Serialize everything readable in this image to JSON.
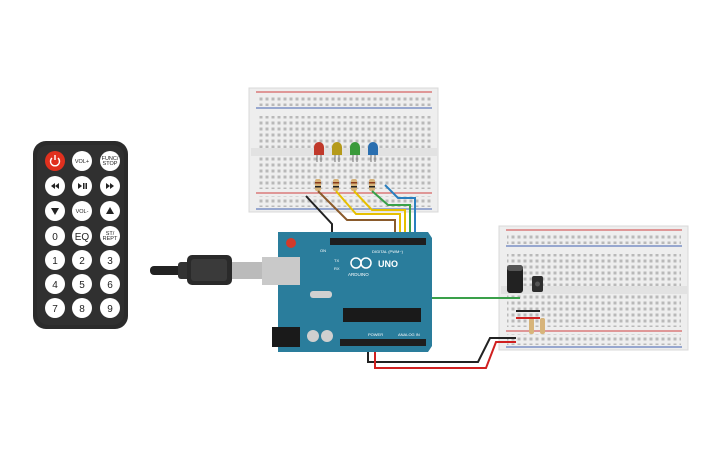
{
  "remote": {
    "buttons": [
      {
        "label": "",
        "kind": "power"
      },
      {
        "label": "VOL+",
        "kind": "text"
      },
      {
        "label": "FUNC/STOP",
        "kind": "text"
      },
      {
        "label": "",
        "kind": "prev"
      },
      {
        "label": "",
        "kind": "playpause"
      },
      {
        "label": "",
        "kind": "next"
      },
      {
        "label": "",
        "kind": "down"
      },
      {
        "label": "VOL-",
        "kind": "text"
      },
      {
        "label": "",
        "kind": "up"
      },
      {
        "label": "0",
        "kind": "text"
      },
      {
        "label": "EQ",
        "kind": "text"
      },
      {
        "label": "ST/REPT",
        "kind": "text"
      },
      {
        "label": "1",
        "kind": "text"
      },
      {
        "label": "2",
        "kind": "text"
      },
      {
        "label": "3",
        "kind": "text"
      },
      {
        "label": "4",
        "kind": "text"
      },
      {
        "label": "5",
        "kind": "text"
      },
      {
        "label": "6",
        "kind": "text"
      },
      {
        "label": "7",
        "kind": "text"
      },
      {
        "label": "8",
        "kind": "text"
      },
      {
        "label": "9",
        "kind": "text"
      }
    ]
  },
  "arduino": {
    "model": "UNO",
    "digital_label": "DIGITAL (PWM~)",
    "power_label": "POWER",
    "analog_label": "ANALOG IN",
    "brand": "ARDUINO",
    "on_label": "ON",
    "tx_label": "TX",
    "rx_label": "RX"
  },
  "leds": [
    {
      "color": "#c0392b"
    },
    {
      "color": "#b59a1a"
    },
    {
      "color": "#3a9a3a"
    },
    {
      "color": "#2a6fb0"
    }
  ],
  "colors": {
    "remote_body": "#2b2b2b",
    "power_button": "#e0301e",
    "board_teal": "#2a7d9c",
    "breadboard": "#eeeeee",
    "rail_red": "#d04040",
    "rail_blue": "#4060b0",
    "wire_black": "#222222",
    "wire_brown": "#8a5a2b",
    "wire_yellow": "#e6c000",
    "wire_green": "#3aa04a",
    "wire_blue": "#2a7fbf",
    "wire_red": "#d02020"
  }
}
